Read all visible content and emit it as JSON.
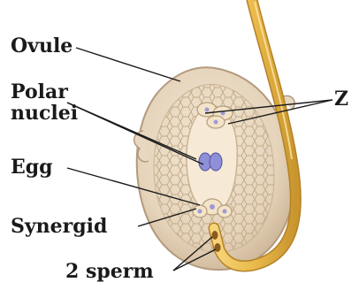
{
  "labels": {
    "ovule": "Ovule",
    "polar_line1": "Polar",
    "polar_line2": "nuclei",
    "z": "Z",
    "egg": "Egg",
    "synergid": "Synergid",
    "sperm": "2 sperm"
  },
  "colors": {
    "label_text": "#1a1a1a",
    "leader_line": "#1a1a1a",
    "ovule_fill": "#e8d8c2",
    "ovule_outline": "#b39a7d",
    "embryo_sac_fill": "#f6ead6",
    "cell_outline": "#c9b393",
    "pollen_tube": "#e9b94a",
    "nuclei": "#8f8fd8",
    "sperm": "#8a5a1e"
  }
}
